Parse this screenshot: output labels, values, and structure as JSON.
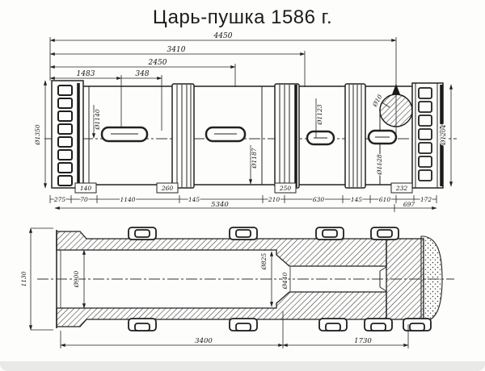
{
  "title": "Царь-пушка 1586 г.",
  "line_color": "#222222",
  "paper_color": "#fdfdfc",
  "top_view": {
    "length_dims": [
      "4450",
      "3410",
      "2450",
      "1483",
      "348"
    ],
    "diameters": {
      "breech": "Ø1350",
      "body_left": "Ø1140",
      "body_center": "Ø1187",
      "body_right": "Ø1123",
      "near_muzzle": "Ø1128",
      "vent_hole": "Ø10",
      "muzzle": "Ø1204"
    },
    "boxed_dims": [
      "140",
      "260",
      "250",
      "232"
    ],
    "chain_dims": [
      "275",
      "70",
      "1140",
      "145",
      "210",
      "630",
      "145",
      "610",
      "172"
    ],
    "sub_length": "697",
    "total_length": "5340"
  },
  "section_view": {
    "outer_height": "1130",
    "bore_diameter": "Ø900",
    "bore_seat_diameter": "Ø825",
    "chamber_diameter": "Ø440",
    "bore_length": "3400",
    "chamber_length": "1730"
  }
}
